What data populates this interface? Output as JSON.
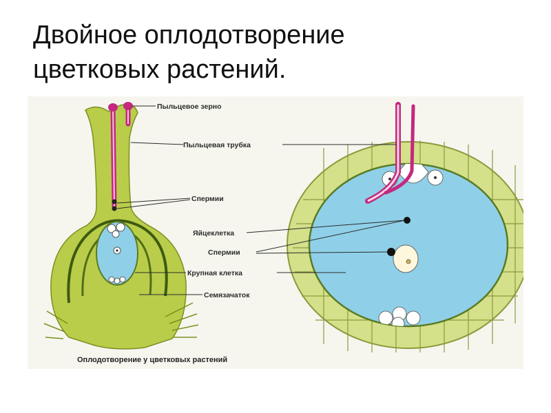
{
  "slide": {
    "title_line1": "Двойное оплодотворение",
    "title_line2": "цветковых растений."
  },
  "diagram": {
    "labels": {
      "pollen_grain": "Пыльцевое зерно",
      "pollen_tube": "Пыльцевая трубка",
      "sperm_left": "Спермии",
      "egg_cell": "Яйцеклетка",
      "sperm_center": "Спермии",
      "large_cell": "Крупная клетка",
      "ovule": "Семязачаток"
    },
    "caption": "Оплодотворение у цветковых растений",
    "colors": {
      "pistil": "#b9cd4a",
      "pistil_edge": "#7b8f1e",
      "embryo_sac": "#8fd0e8",
      "pollen_tube": "#c4287f",
      "tissue_cells": "#d4e08a",
      "background": "#f6f6ef"
    }
  }
}
